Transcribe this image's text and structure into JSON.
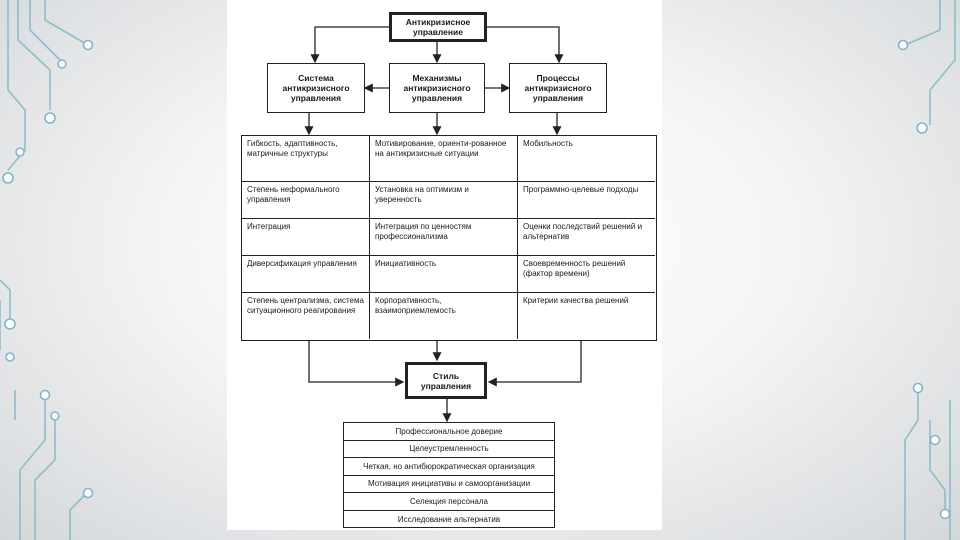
{
  "top": {
    "title": "Антикризисное управление"
  },
  "columns": [
    {
      "header": "Система антикризисного управления",
      "cells": [
        "Гибкость, адаптивность, матричные структуры",
        "Степень неформального управления",
        "Интеграция",
        "Диверсификация управления",
        "Степень централизма, система ситуационного реагирования"
      ]
    },
    {
      "header": "Механизмы антикризисного управления",
      "cells": [
        "Мотивирование, ориенти-рованное на антикризисные ситуации",
        "Установка на оптимизм и уверенность",
        "Интеграция по ценностям профессионализма",
        "Инициативность",
        "Корпоративность, взаимоприемлемость"
      ]
    },
    {
      "header": "Процессы антикризисного управления",
      "cells": [
        "Мобильность",
        "Программно-целевые подходы",
        "Оценки последствий решений и альтернатив",
        "Своевременность решений (фактор времени)",
        "Критерии качества решений"
      ]
    }
  ],
  "style_box": {
    "title": "Стиль управления"
  },
  "style_items": [
    "Профессиональное доверие",
    "Целеустремленность",
    "Четкая, но антибюрократическая организация",
    "Мотивация инициативы и самоорганизации",
    "Селекция персонала",
    "Исследование альтернатив"
  ]
}
